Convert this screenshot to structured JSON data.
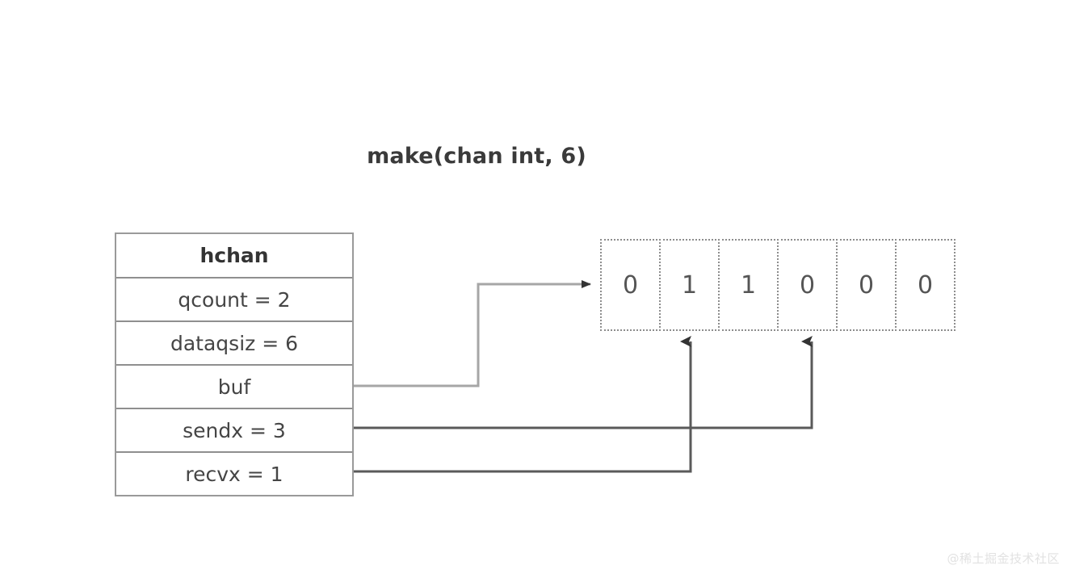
{
  "diagram": {
    "title": "make(chan int, 6)",
    "watermark": "@稀土掘金技术社区",
    "colors": {
      "line": "#9a9a9a",
      "arrow": "#333333",
      "text": "#454545",
      "header_text": "#333333",
      "buffer_border": "#8d8d8d",
      "buffer_text": "#555555",
      "watermark_text": "#e2e2e2",
      "background": "#ffffff"
    },
    "struct": {
      "name": "hchan",
      "rows": [
        {
          "label": "hchan",
          "is_header": true
        },
        {
          "label": "qcount = 2",
          "is_header": false
        },
        {
          "label": "dataqsiz = 6",
          "is_header": false
        },
        {
          "label": "buf",
          "is_header": false
        },
        {
          "label": "sendx = 3",
          "is_header": false
        },
        {
          "label": "recvx = 1",
          "is_header": false
        }
      ]
    },
    "buffer": {
      "capacity": 6,
      "cells": [
        "0",
        "1",
        "1",
        "0",
        "0",
        "0"
      ]
    },
    "pointers": [
      {
        "name": "buf",
        "from_row": "buf",
        "target": "buffer-start",
        "direction": "right"
      },
      {
        "name": "sendx",
        "from_row": "sendx = 3",
        "target_index": 3,
        "direction": "up"
      },
      {
        "name": "recvx",
        "from_row": "recvx = 1",
        "target_index": 1,
        "direction": "up"
      }
    ]
  }
}
